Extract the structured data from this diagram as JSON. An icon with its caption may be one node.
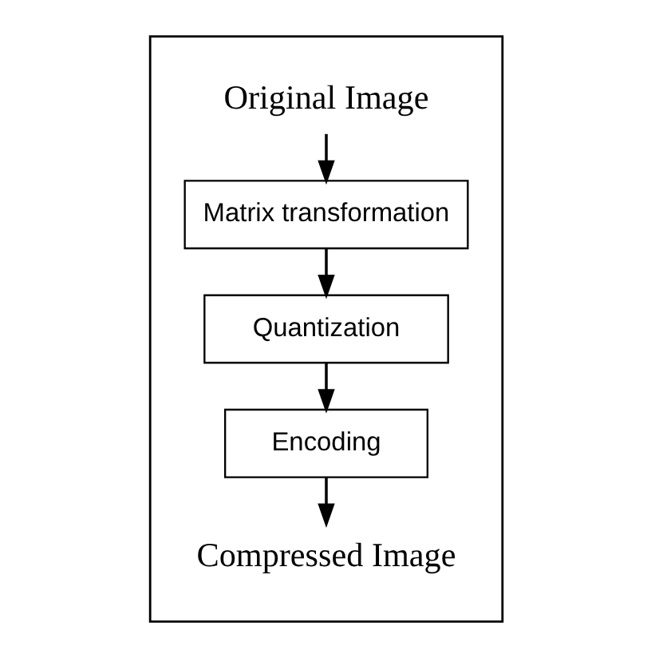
{
  "diagram": {
    "nodes": [
      {
        "text": [],
        "shape": "box"
      },
      {
        "text": [
          "Original Image"
        ],
        "in": 0
      },
      {
        "text": [
          "Matrix transformation"
        ],
        "in": 0
      },
      {
        "text": [
          "Quantization"
        ],
        "in": 0
      },
      {
        "text": [
          "Encoding"
        ],
        "in": 0
      },
      {
        "text": [
          "Compressed Image"
        ],
        "in": 0
      }
    ],
    "edges": [
      {
        "from": 1,
        "to": 2,
        "arrow": "to"
      },
      {
        "from": 2,
        "to": 3,
        "arrow": "to"
      },
      {
        "from": 3,
        "to": 4,
        "arrow": "to"
      },
      {
        "from": 4,
        "to": 5,
        "arrow": "to"
      }
    ]
  }
}
